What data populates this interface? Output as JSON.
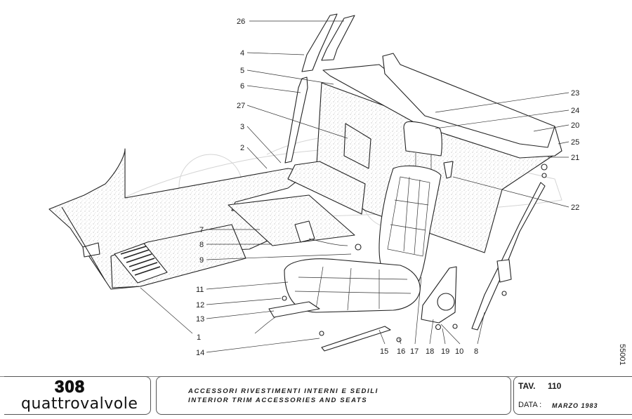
{
  "title_block": {
    "logo_number": "308",
    "logo_word": "quattrovalvole",
    "description_italian": "ACCESSORI RIVESTIMENTI INTERNI E SEDILI",
    "description_english": "INTERIOR TRIM ACCESSORIES AND SEATS",
    "table_label": "TAV.",
    "table_number": "110",
    "date_label": "DATA :",
    "date_value": "MARZO 1983"
  },
  "drawing_code": "55001",
  "callouts": {
    "c26": "26",
    "c4": "4",
    "c5": "5",
    "c6": "6",
    "c27": "27",
    "c3": "3",
    "c2": "2",
    "c7": "7",
    "c8a": "8",
    "c9": "9",
    "c11": "11",
    "c12": "12",
    "c13": "13",
    "c1": "1",
    "c14": "14",
    "c15": "15",
    "c16": "16",
    "c17": "17",
    "c18": "18",
    "c19": "19",
    "c10": "10",
    "c8b": "8",
    "c23": "23",
    "c24": "24",
    "c20": "20",
    "c25": "25",
    "c21": "21",
    "c22": "22"
  }
}
